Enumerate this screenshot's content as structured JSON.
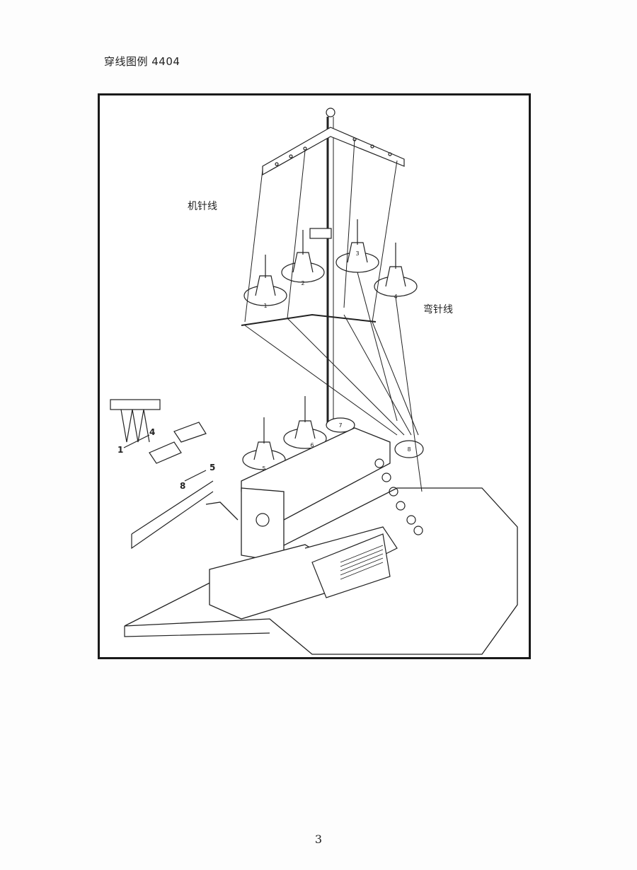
{
  "page": {
    "title": "穿线图例 4404",
    "page_number": "3"
  },
  "figure": {
    "labels": {
      "needle_thread": "机针线",
      "looper_thread": "弯针线"
    },
    "spool_numbers": [
      "1",
      "2",
      "3",
      "4",
      "5",
      "6",
      "7",
      "8"
    ],
    "inset_numbers": [
      "1",
      "4",
      "5",
      "8"
    ]
  }
}
